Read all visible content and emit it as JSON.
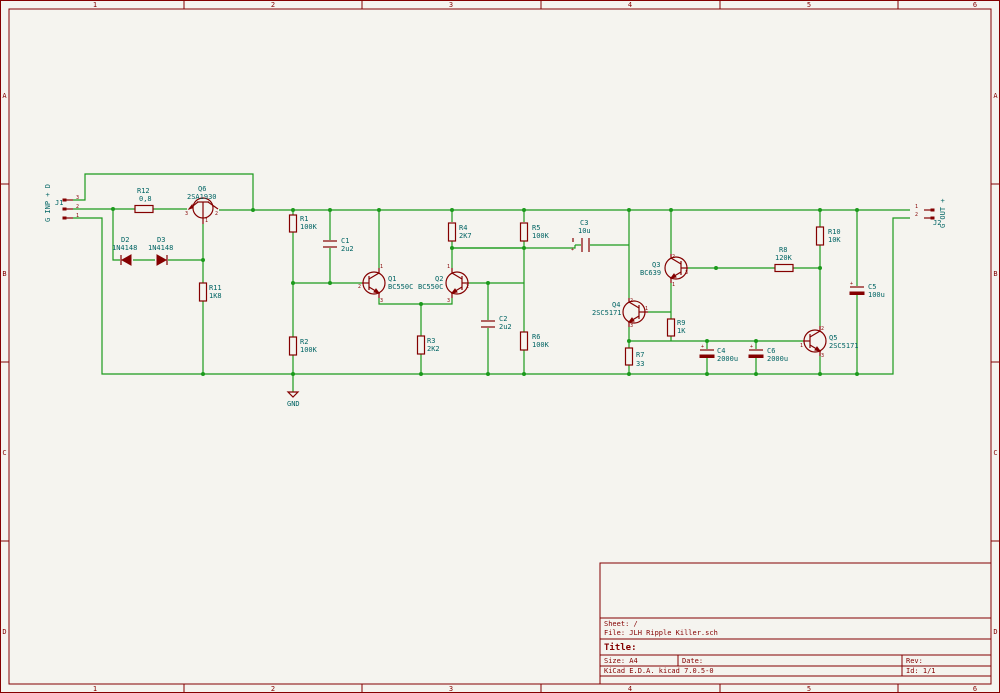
{
  "frame": {
    "col_labels": [
      "1",
      "2",
      "3",
      "4",
      "5",
      "6"
    ],
    "row_labels": [
      "A",
      "B",
      "C",
      "D"
    ]
  },
  "connectors": {
    "j1": {
      "ref": "J1",
      "value": "G INP + D",
      "pins": [
        "3",
        "2",
        "1"
      ]
    },
    "j2": {
      "ref": "J2",
      "value": "G OUT +",
      "pins": [
        "1",
        "2"
      ]
    }
  },
  "components": {
    "r1": {
      "ref": "R1",
      "value": "100K"
    },
    "r2": {
      "ref": "R2",
      "value": "100K"
    },
    "r3": {
      "ref": "R3",
      "value": "2K2"
    },
    "r4": {
      "ref": "R4",
      "value": "2K7"
    },
    "r5": {
      "ref": "R5",
      "value": "100K"
    },
    "r6": {
      "ref": "R6",
      "value": "100K"
    },
    "r7": {
      "ref": "R7",
      "value": "33"
    },
    "r8": {
      "ref": "R8",
      "value": "120K"
    },
    "r9": {
      "ref": "R9",
      "value": "1K"
    },
    "r10": {
      "ref": "R10",
      "value": "10K"
    },
    "r11": {
      "ref": "R11",
      "value": "1K8"
    },
    "r12": {
      "ref": "R12",
      "value": "0,8"
    },
    "c1": {
      "ref": "C1",
      "value": "2u2"
    },
    "c2": {
      "ref": "C2",
      "value": "2u2"
    },
    "c3": {
      "ref": "C3",
      "value": "10u"
    },
    "c4": {
      "ref": "C4",
      "value": "2000u"
    },
    "c5": {
      "ref": "C5",
      "value": "100u"
    },
    "c6": {
      "ref": "C6",
      "value": "2000u"
    },
    "d2": {
      "ref": "D2",
      "value": "1N4148"
    },
    "d3": {
      "ref": "D3",
      "value": "1N4148"
    },
    "q1": {
      "ref": "Q1",
      "value": "BC550C"
    },
    "q2": {
      "ref": "Q2",
      "value": "BC550C"
    },
    "q3": {
      "ref": "Q3",
      "value": "BC639"
    },
    "q4": {
      "ref": "Q4",
      "value": "2SC5171"
    },
    "q5": {
      "ref": "Q5",
      "value": "2SC5171"
    },
    "q6": {
      "ref": "Q6",
      "value": "2SA1930"
    }
  },
  "power": {
    "gnd": "GND"
  },
  "title_block": {
    "sheet": "Sheet: /",
    "file": "File: JLH Ripple Killer.sch",
    "title": "Title:",
    "size": "Size: A4",
    "date": "Date:",
    "rev": "Rev:",
    "tool": "KiCad E.D.A.  kicad 7.0.5-0",
    "id": "Id: 1/1"
  },
  "colors": {
    "wire": "#1c9a1c",
    "component": "#840000",
    "label": "#006464",
    "background": "#f5f4ef"
  }
}
